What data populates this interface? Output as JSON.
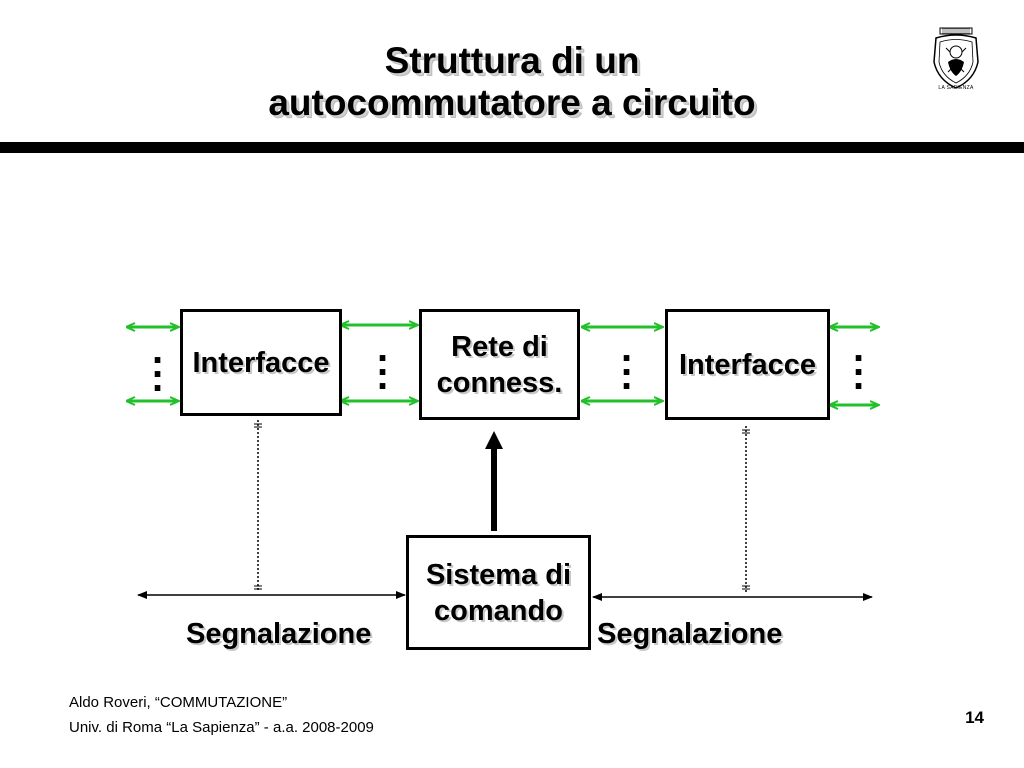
{
  "slide": {
    "title_line1": "Struttura di un",
    "title_line2": "autocommutatore a circuito",
    "logo_caption": "LA SAPIENZA",
    "page_number": "14"
  },
  "diagram": {
    "interfacce_left": "Interfacce",
    "rete_line1": "Rete di",
    "rete_line2": "conness.",
    "interfacce_right": "Interfacce",
    "sistema_line1": "Sistema di",
    "sistema_line2": "comando",
    "segnalazione_left": "Segnalazione",
    "segnalazione_right": "Segnalazione"
  },
  "footer": {
    "line1": "Aldo Roveri, “COMMUTAZIONE”",
    "line2": "Univ. di Roma “La Sapienza” - a.a. 2008-2009"
  },
  "colors": {
    "green_arrow": "#22c02a",
    "text": "#000000"
  }
}
